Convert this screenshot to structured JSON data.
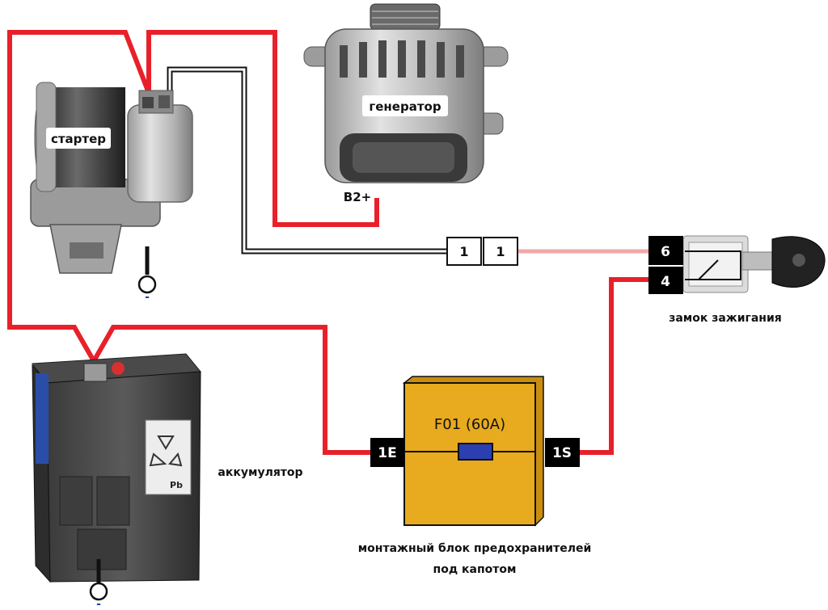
{
  "components": {
    "starter": {
      "label": "стартер"
    },
    "generator": {
      "label": "генератор",
      "terminal": "B2+"
    },
    "battery": {
      "label": "аккумулятор",
      "recycle_mark": "Pb"
    },
    "ignition_switch": {
      "label": "замок зажигания",
      "pin_top": "6",
      "pin_bottom": "4"
    },
    "connector": {
      "left": "1",
      "right": "1"
    },
    "fuse_block": {
      "fuse_label": "F01 (60A)",
      "terminal_left": "1E",
      "terminal_right": "1S",
      "caption_line1": "монтажный блок предохранителей",
      "caption_line2": "под капотом"
    },
    "ground_sign": "-"
  },
  "colors": {
    "wire_red": "#e8202a",
    "wire_pink": "#f0a8a8",
    "fuse_block_fill": "#e8aa1e",
    "fuse_blue": "#2b3fb0",
    "terminal_black": "#000000"
  }
}
